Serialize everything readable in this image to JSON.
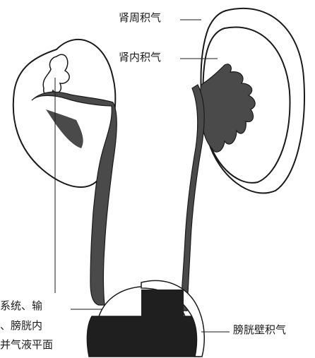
{
  "labels": {
    "perirenal_gas": "肾周积气",
    "intrarenal_gas": "肾内积气",
    "bladder_wall_gas": "膀胱壁积气",
    "collecting_line1": "系统、输",
    "collecting_line2": "、膀胱内",
    "collecting_line3": "并气液平面"
  },
  "colors": {
    "ink": "#1a1a1a",
    "gas_fill": "#4a4a4a",
    "bladder_fill": "#1f1f1f",
    "background": "#ffffff"
  }
}
